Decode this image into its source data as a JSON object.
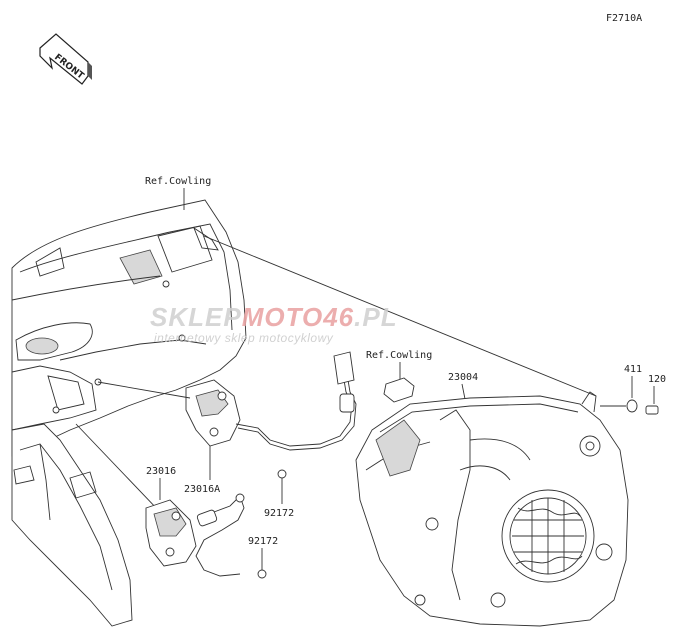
{
  "figure_code": "F2710A",
  "front_arrow": "FRONT",
  "watermark": {
    "brand_part1": "SKLEP",
    "brand_part2": "MOTO",
    "brand_part3": "46",
    "brand_part4": ".PL",
    "tagline": "internetowy sklep motocyklowy",
    "colors": {
      "grey": "#cfcfcf",
      "red": "#e9a0a0"
    }
  },
  "labels": {
    "ref_cowling_top": "Ref.Cowling",
    "ref_cowling_mid": "Ref.Cowling",
    "p23004": "23004",
    "p411": "411",
    "p120": "120",
    "p23016A": "23016A",
    "p23016": "23016",
    "p92172_upper": "92172",
    "p92172_lower": "92172"
  }
}
